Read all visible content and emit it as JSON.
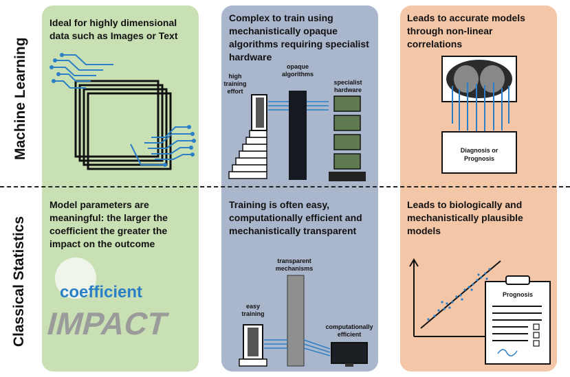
{
  "rows": {
    "ml": "Machine Learning",
    "cs": "Classical Statistics"
  },
  "cells": {
    "ml_left": [
      "Ideal for highly dimensional",
      "data such as Images or Text"
    ],
    "ml_mid": [
      "Complex to train using",
      "mechanistically opaque",
      "algorithms requiring specialist",
      "hardware"
    ],
    "ml_right": [
      "Leads to accurate models",
      "through non-linear",
      "correlations"
    ],
    "cs_left": [
      "Model parameters are",
      "meaningful: the larger the",
      "coefficient the greater the",
      "impact on the outcome"
    ],
    "cs_mid": [
      "Training is often easy,",
      "computationally efficient and",
      "mechanistically transparent"
    ],
    "cs_right": [
      "Leads to biologically and",
      "mechanistically plausible",
      "models"
    ]
  },
  "labels": {
    "high_training_effort": [
      "high",
      "training",
      "effort"
    ],
    "opaque_algorithms": [
      "opaque",
      "algorithms"
    ],
    "specialist_hardware": [
      "specialist",
      "hardware"
    ],
    "diagnosis": [
      "Diagnosis or",
      "Prognosis"
    ],
    "coefficient": "coefficient",
    "impact": "IMPACT",
    "transparent_mechanisms": [
      "transparent",
      "mechanisms"
    ],
    "easy_training": [
      "easy",
      "training"
    ],
    "computationally_efficient": [
      "computationally",
      "efficient"
    ],
    "prognosis": "Prognosis"
  },
  "colors": {
    "green": "#c9dfb4",
    "blue": "#aab6cc",
    "orange": "#f3c6a8",
    "circuit": "#2a7fc7"
  }
}
